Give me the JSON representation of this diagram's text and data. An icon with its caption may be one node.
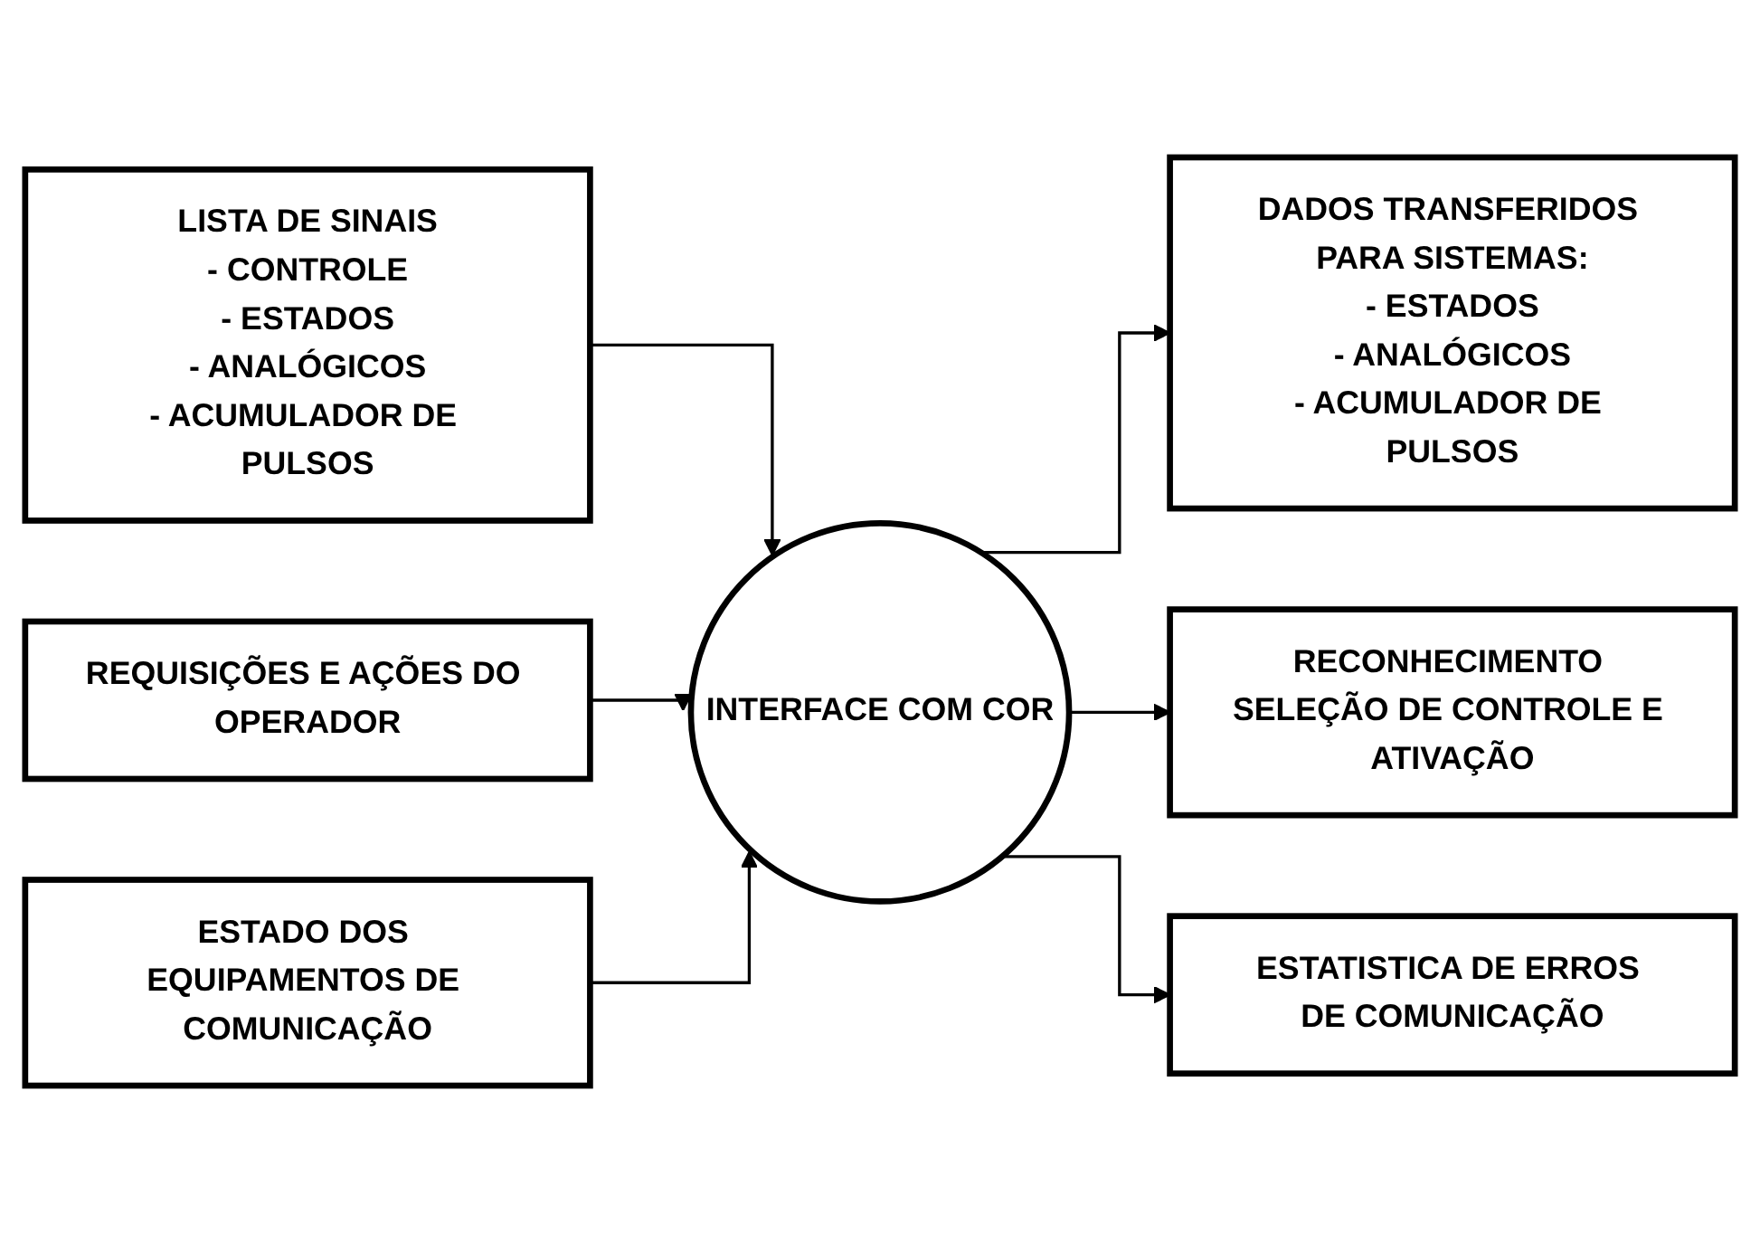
{
  "diagram": {
    "nodes": [
      {
        "text": [
          "LISTA DE SINAIS",
          "- CONTROLE",
          "- ESTADOS",
          "- ANALÓGICOS",
          "- ACUMULADOR DE PULSOS"
        ]
      },
      {
        "text": [
          "REQUISIÇÕES E AÇÕES DO OPERADOR"
        ]
      },
      {
        "text": [
          "ESTADO DOS EQUIPAMENTOS DE COMUNICAÇÃO"
        ]
      },
      {
        "text": [
          "INTERFACE COM COR"
        ]
      },
      {
        "text": [
          "DADOS TRANSFERIDOS PARA SISTEMAS:",
          "- ESTADOS",
          "- ANALÓGICOS",
          "- ACUMULADOR DE PULSOS"
        ]
      },
      {
        "text": [
          "RECONHECIMENTO SELEÇÃO DE CONTROLE E ATIVAÇÃO"
        ]
      },
      {
        "text": [
          "ESTATISTICA DE ERROS DE COMUNICAÇÃO"
        ]
      }
    ],
    "edges": [
      {
        "from": 0,
        "to": 3,
        "arrow": "to"
      },
      {
        "from": 1,
        "to": 3,
        "arrow": "to"
      },
      {
        "from": 2,
        "to": 3,
        "arrow": "to"
      },
      {
        "from": 3,
        "to": 4,
        "arrow": "to"
      },
      {
        "from": 3,
        "to": 5,
        "arrow": "to"
      },
      {
        "from": 3,
        "to": 6,
        "arrow": "to"
      }
    ]
  }
}
